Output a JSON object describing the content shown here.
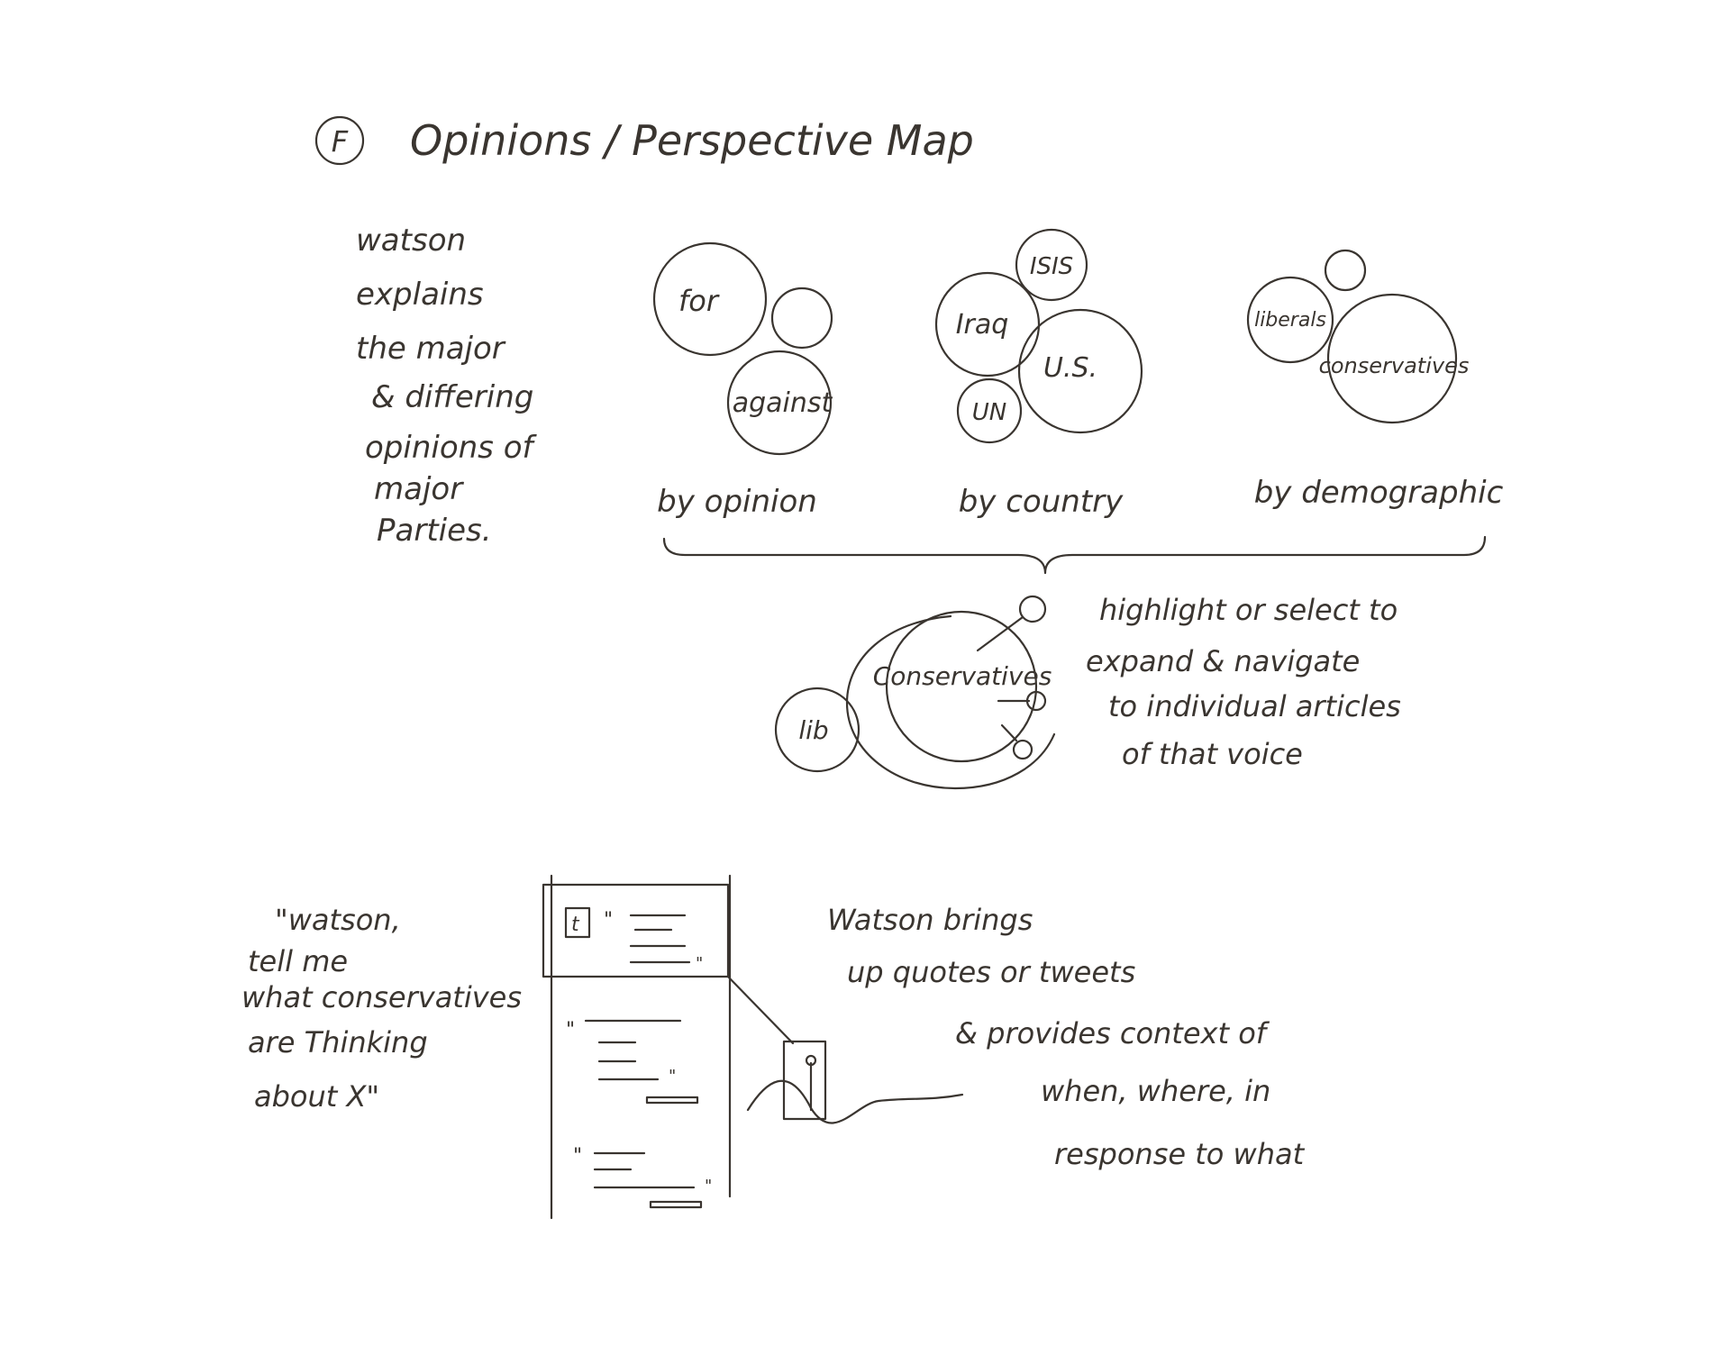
{
  "title": {
    "badge": "F",
    "text": "Opinions / Perspective Map"
  },
  "intro_note": [
    "watson",
    "explains",
    "the major",
    "& differing",
    "opinions of",
    "major",
    "Parties."
  ],
  "bubble_groups": [
    {
      "bubbles": [
        "for",
        "against"
      ],
      "caption": "by opinion"
    },
    {
      "bubbles": [
        "ISIS",
        "Iraq",
        "U.S.",
        "UN"
      ],
      "caption": "by country"
    },
    {
      "bubbles": [
        "liberals",
        "conservatives"
      ],
      "caption": "by demographic"
    }
  ],
  "detail_view": {
    "bubbles": [
      "Conservatives",
      "lib"
    ],
    "note": [
      "highlight or select to",
      "expand & navigate",
      "to individual articles",
      "of that voice"
    ]
  },
  "query_note": [
    "\"watson,",
    "tell me",
    "what conservatives",
    "are Thinking",
    "about X\""
  ],
  "context_note": [
    "Watson brings",
    "up quotes or tweets",
    "& provides context of",
    "when, where, in",
    "response to what"
  ],
  "icons": [
    "circled-letter-icon",
    "twitter-icon",
    "quote-mark-icon"
  ]
}
